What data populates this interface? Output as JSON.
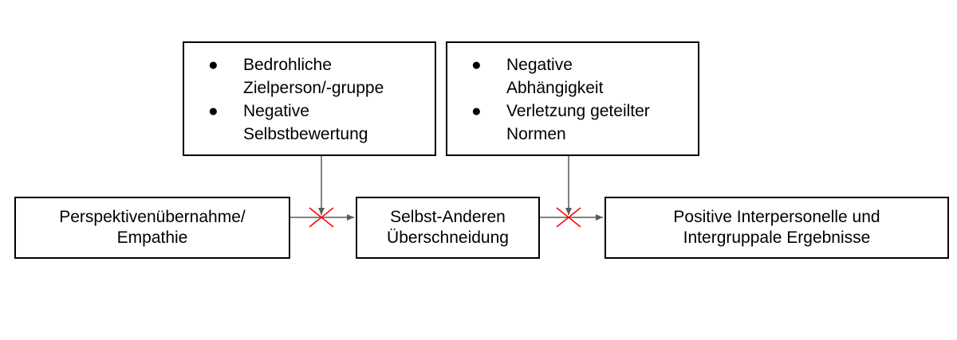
{
  "diagram": {
    "nodes": {
      "perspective": {
        "lines": [
          "Perspektivenübernahme/",
          "Empathie"
        ]
      },
      "overlap": {
        "lines": [
          "Selbst-Anderen",
          "Überschneidung"
        ]
      },
      "outcomes": {
        "lines": [
          "Positive Interpersonelle und",
          "Intergruppale Ergebnisse"
        ]
      }
    },
    "moderators": {
      "left": {
        "items": [
          {
            "bullet": "●",
            "lines": [
              "Bedrohliche",
              "Zielperson/-gruppe"
            ]
          },
          {
            "bullet": "●",
            "lines": [
              "Negative",
              "Selbstbewertung"
            ]
          }
        ]
      },
      "right": {
        "items": [
          {
            "bullet": "●",
            "lines": [
              "Negative",
              "Abhängigkeit"
            ]
          },
          {
            "bullet": "●",
            "lines": [
              "Verletzung geteilter",
              "Normen"
            ]
          }
        ]
      }
    },
    "colors": {
      "box_border": "#000000",
      "arrow": "#595959",
      "cross": "#ff0000"
    }
  }
}
